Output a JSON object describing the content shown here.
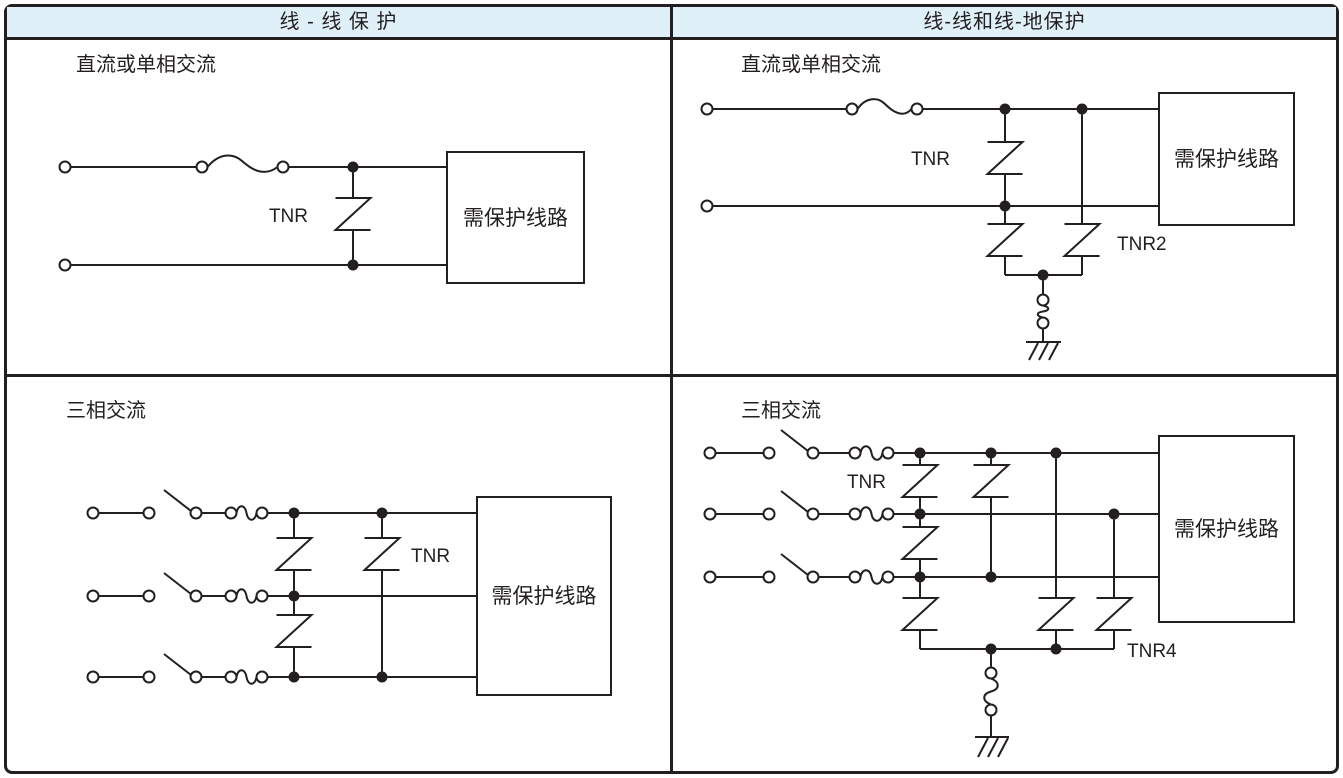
{
  "header": {
    "left": "线 - 线 保 护",
    "right": "线-线和线-地保护"
  },
  "cells": {
    "top_left": {
      "subtitle": "直流或单相交流",
      "tnr_label": "TNR",
      "box_label": "需保护线路"
    },
    "top_right": {
      "subtitle": "直流或单相交流",
      "tnr_label": "TNR",
      "tnr2_label": "TNR2",
      "box_label": "需保护线路"
    },
    "bottom_left": {
      "subtitle": "三相交流",
      "tnr_label": "TNR",
      "box_label": "需保护线路"
    },
    "bottom_right": {
      "subtitle": "三相交流",
      "tnr_label": "TNR",
      "tnr4_label": "TNR4",
      "box_label": "需保护线路"
    }
  },
  "colors": {
    "line": "#231f20",
    "header_bg": "#e0f0f9",
    "background": "#ffffff"
  }
}
